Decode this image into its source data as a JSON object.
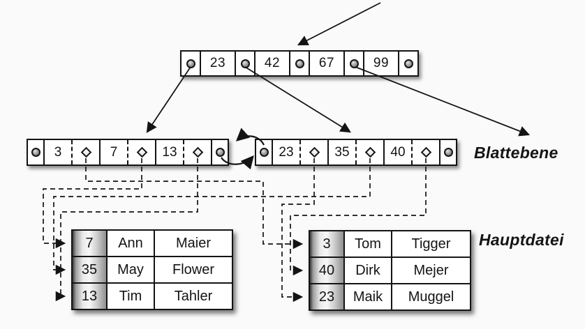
{
  "diagram": {
    "labels": {
      "leaf_level": "Blattebene",
      "main_file": "Hauptdatei"
    },
    "root_node": {
      "keys": [
        "23",
        "42",
        "67",
        "99"
      ]
    },
    "leaf_nodes": [
      {
        "keys": [
          "3",
          "7",
          "13"
        ]
      },
      {
        "keys": [
          "23",
          "35",
          "40"
        ]
      }
    ],
    "main_file_tables": [
      {
        "rows": [
          {
            "key": "7",
            "first_name": "Ann",
            "last_name": "Maier"
          },
          {
            "key": "35",
            "first_name": "May",
            "last_name": "Flower"
          },
          {
            "key": "13",
            "first_name": "Tim",
            "last_name": "Tahler"
          }
        ]
      },
      {
        "rows": [
          {
            "key": "3",
            "first_name": "Tom",
            "last_name": "Tigger"
          },
          {
            "key": "40",
            "first_name": "Dirk",
            "last_name": "Mejer"
          },
          {
            "key": "23",
            "first_name": "Maik",
            "last_name": "Muggel"
          }
        ]
      }
    ],
    "colors": {
      "background": "#fafafa",
      "line": "#141414",
      "node_fill": "#ffffff"
    }
  }
}
